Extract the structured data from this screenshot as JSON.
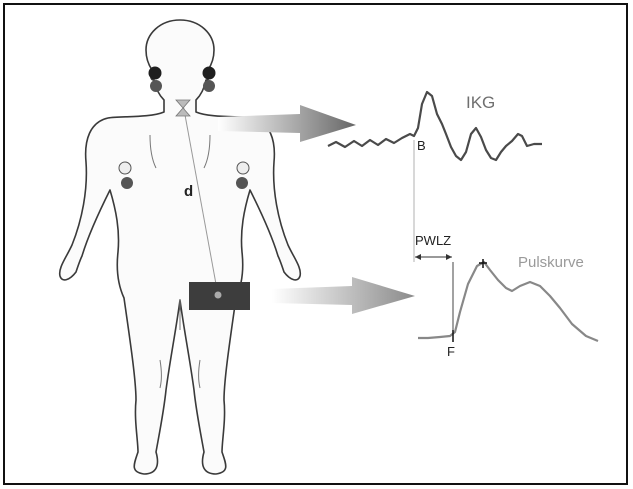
{
  "labels": {
    "ikg": "IKG",
    "pulse_curve": "Pulskurve",
    "b_point": "B",
    "f_point": "F",
    "pwlz": "PWLZ",
    "distance": "d"
  },
  "colors": {
    "electrode_dark": "#1f1f1f",
    "electrode_mid": "#555555",
    "electrode_light": "#eeeeee",
    "cuff": "#3d3d3d",
    "ikg_curve": "#4a4a4a",
    "pulse_curve": "#888888",
    "body_outline": "#3a3a3a"
  }
}
